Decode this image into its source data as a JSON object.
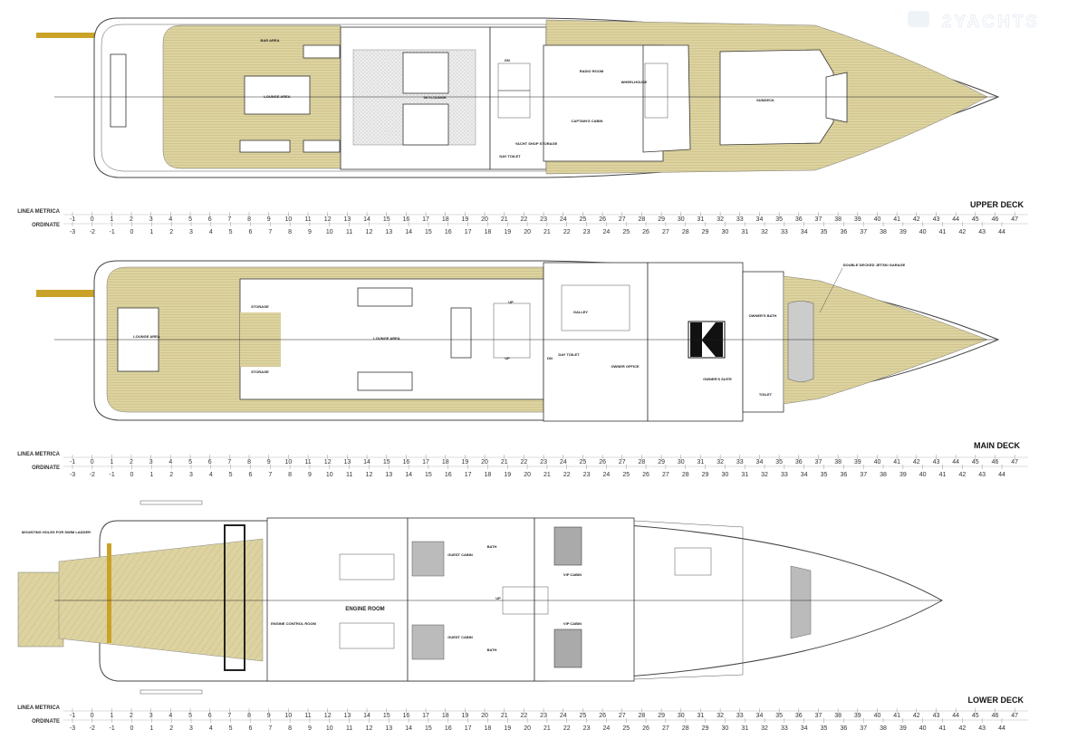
{
  "watermark": "2YACHTS",
  "colors": {
    "teak": "#ddd3a0",
    "teak_line": "#c9bd84",
    "hull_line": "#444444",
    "gangway": "#c9a227",
    "watermark": "#e8eef4"
  },
  "scale": {
    "linea_label": "LINEA METRICA",
    "ordinate_label": "ORDINATE",
    "linea_values": [
      -1,
      0,
      1,
      2,
      3,
      4,
      5,
      6,
      7,
      8,
      9,
      10,
      11,
      12,
      13,
      14,
      15,
      16,
      17,
      18,
      19,
      20,
      21,
      22,
      23,
      24,
      25,
      26,
      27,
      28,
      29,
      30,
      31,
      32,
      33,
      34,
      35,
      36,
      37,
      38,
      39,
      40,
      41,
      42,
      43,
      44,
      45,
      46,
      47
    ],
    "ordinate_values": [
      -3,
      -2,
      -1,
      0,
      1,
      2,
      3,
      4,
      5,
      6,
      7,
      8,
      9,
      10,
      11,
      12,
      13,
      14,
      15,
      16,
      17,
      18,
      19,
      20,
      21,
      22,
      23,
      24,
      25,
      26,
      27,
      28,
      29,
      30,
      31,
      32,
      33,
      34,
      35,
      36,
      37,
      38,
      39,
      40,
      41,
      42,
      43,
      44
    ]
  },
  "decks": {
    "upper": {
      "title": "UPPER DECK",
      "labels": {
        "bar": "BAR AREA",
        "lounge": "LOUNGE AREA",
        "skylounge": "SKYLOUNGE",
        "day_toilet": "DAY TOILET",
        "radio": "RADIO ROOM",
        "wheelhouse": "WHEELHOUSE",
        "captain": "CAPTAIN'S CABIN",
        "storage": "YACHT SHOP STORAGE",
        "sundeck": "SUNDECK",
        "dn": "DN"
      }
    },
    "main": {
      "title": "MAIN DECK",
      "labels": {
        "aft_lounge": "LOUNGE AREA",
        "storage1": "STORAGE",
        "storage2": "STORAGE",
        "lounge": "LOUNGE AREA",
        "galley": "GALLEY",
        "day_toilet": "DAY TOILET",
        "office": "OWNER OFFICE",
        "suite": "OWNER'S SUITE",
        "bath": "OWNER'S BATH",
        "toilet": "TOILET",
        "garage": "DOUBLE DECKED JETSKI GARAGE",
        "up1": "UP",
        "up2": "UP",
        "dn": "DN"
      }
    },
    "lower": {
      "title": "LOWER DECK",
      "labels": {
        "mounting": "MOUNTING HOLES FOR SWIM LADDER",
        "ecr": "ENGINE CONTROL ROOM",
        "engine": "ENGINE ROOM",
        "guest1": "GUEST CABIN",
        "guest2": "GUEST CABIN",
        "bath1": "BATH",
        "bath2": "BATH",
        "vip1": "VIP CABIN",
        "vip2": "VIP CABIN",
        "up": "UP"
      }
    }
  }
}
